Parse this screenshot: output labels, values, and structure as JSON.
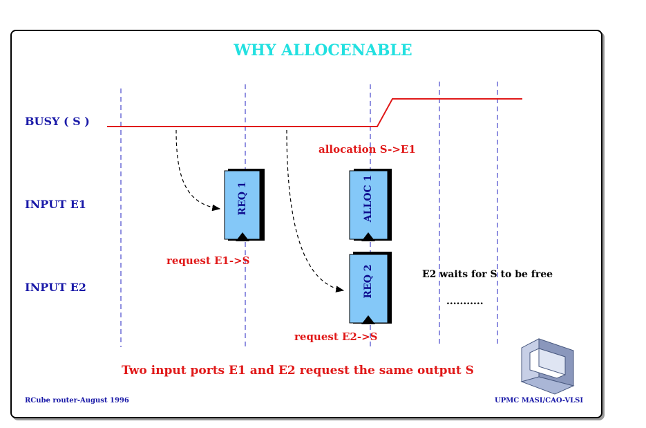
{
  "title": "WHY ALLOCENABLE",
  "lanes": {
    "busy": "BUSY ( S )",
    "input_e1": "INPUT E1",
    "input_e2": "INPUT E2"
  },
  "blocks": {
    "req1": "REQ 1",
    "alloc1": "ALLOC 1",
    "req2": "REQ 2"
  },
  "annotations": {
    "allocation": "allocation S->E1",
    "request_e1": "request E1->S",
    "request_e2": "request E2->S",
    "e2_waits": "E2 waits for S to be free",
    "dots": "..........."
  },
  "caption": "Two input ports E1 and E2 request the same output S",
  "footer": {
    "left": "RCube router-August 1996",
    "right": "UPMC MASI/CAO-VLSI"
  },
  "colors": {
    "title": "#22e0e0",
    "signal": "#e01818",
    "lane_label": "#1a1aa8",
    "block_fill": "#84c8f8",
    "grid_line": "#2020c0"
  },
  "icons": [
    "cube-logo-icon"
  ]
}
